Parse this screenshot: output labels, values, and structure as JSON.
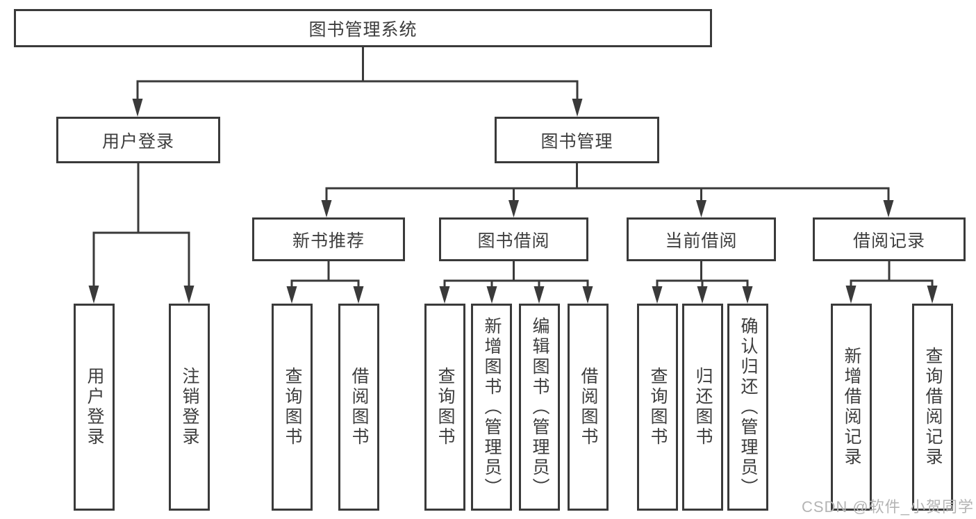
{
  "title": "图书管理系统",
  "watermark": "CSDN @软件_小贺同学",
  "colors": {
    "line": "#3a3a3a",
    "box_border": "#3a3a3a",
    "text": "#3d3d3d",
    "watermark": "#b4b4b4",
    "background": "#ffffff"
  },
  "nodes": {
    "root": "图书管理系统",
    "user_login": "用户登录",
    "book_mgmt": "图书管理",
    "new_rec": "新书推荐",
    "book_borrow": "图书借阅",
    "current_borrow": "当前借阅",
    "borrow_records": "借阅记录",
    "leaf_user_login": "用户登录",
    "leaf_logout": "注销登录",
    "leaf_rec_query": "查询图书",
    "leaf_rec_borrow": "借阅图书",
    "leaf_bb_query": "查询图书",
    "leaf_bb_add": "新增图书（管理员）",
    "leaf_bb_edit": "编辑图书（管理员）",
    "leaf_bb_borrow": "借阅图书",
    "leaf_cb_query": "查询图书",
    "leaf_cb_return": "归还图书",
    "leaf_cb_confirm": "确认归还（管理员）",
    "leaf_br_add": "新增借阅记录",
    "leaf_br_query": "查询借阅记录"
  }
}
